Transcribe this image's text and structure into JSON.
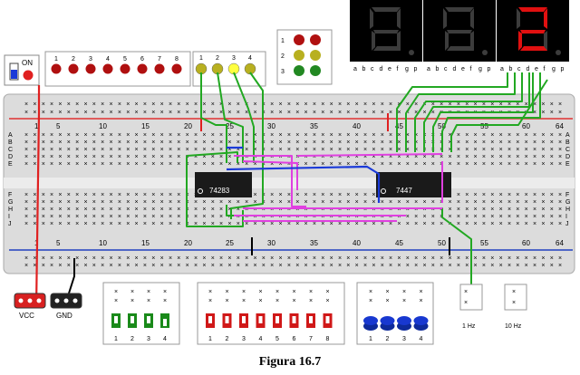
{
  "caption": "Figura 16.7",
  "power_switch": {
    "label": "ON"
  },
  "red_leds": {
    "numbers": [
      "1",
      "2",
      "3",
      "4",
      "5",
      "6",
      "7",
      "8"
    ]
  },
  "yellow_leds": {
    "numbers": [
      "1",
      "2",
      "3",
      "4"
    ],
    "lit": [
      false,
      false,
      true,
      false
    ]
  },
  "rgy_leds": {
    "numbers": [
      "1",
      "2",
      "3"
    ]
  },
  "seven_segment": {
    "digits": [
      {
        "segments": "abcdefgp",
        "state": "off"
      },
      {
        "segments": "abcdefgp",
        "state": "off"
      },
      {
        "segments": "abcdefgp",
        "state": "on",
        "value": "2"
      }
    ],
    "lit_color": "#e01010",
    "off_color": "#3c3c3c"
  },
  "breadboard": {
    "column_numbers_top": [
      "1",
      "5",
      "10",
      "15",
      "20",
      "25",
      "30",
      "35",
      "40",
      "45",
      "50",
      "55",
      "60",
      "64"
    ],
    "column_numbers_bottom": [
      "1",
      "5",
      "10",
      "15",
      "20",
      "25",
      "30",
      "35",
      "40",
      "45",
      "50",
      "55",
      "60",
      "64"
    ],
    "row_letters_top": [
      "A",
      "B",
      "C",
      "D",
      "E"
    ],
    "row_letters_bottom": [
      "F",
      "G",
      "H",
      "I",
      "J"
    ]
  },
  "chips": [
    {
      "name": "74283"
    },
    {
      "name": "7447"
    }
  ],
  "power_terminals": {
    "vcc": "VCC",
    "gnd": "GND"
  },
  "dip_switches_4": {
    "numbers": [
      "1",
      "2",
      "3",
      "4"
    ]
  },
  "dip_switches_8": {
    "numbers": [
      "1",
      "2",
      "3",
      "4",
      "5",
      "6",
      "7",
      "8"
    ]
  },
  "push_buttons": {
    "numbers": [
      "1",
      "2",
      "3",
      "4"
    ]
  },
  "clocks": {
    "clock1": "1 Hz",
    "clock2": "10 Hz"
  },
  "colors": {
    "wire_green": "#22a822",
    "wire_magenta": "#e040e0",
    "wire_blue": "#1a3ad8",
    "wire_red": "#e02020",
    "rail_red": "#e03030",
    "rail_blue": "#2040c0",
    "board": "#dcdcdc",
    "led_red": "#b01010",
    "led_yellow": "#b8b020",
    "led_yellow_lit": "#ffff40",
    "switch_green": "#1a8a1a",
    "switch_red": "#d01818",
    "button_blue": "#1838d0"
  }
}
